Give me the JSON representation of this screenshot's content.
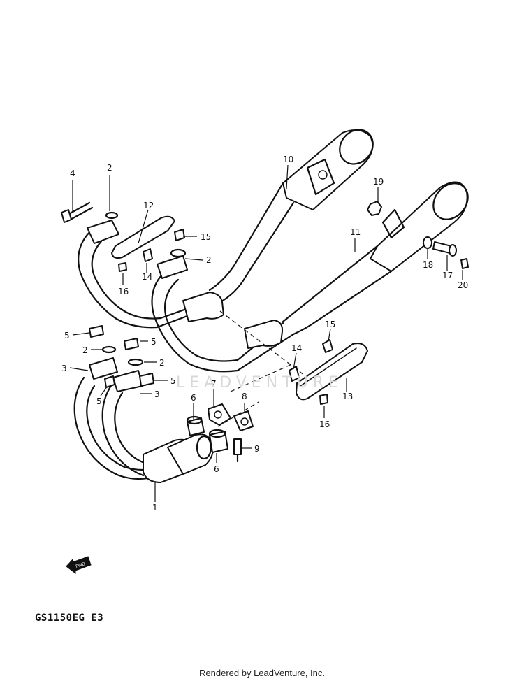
{
  "diagram": {
    "callouts": [
      {
        "id": "c4",
        "label": "4"
      },
      {
        "id": "c2a",
        "label": "2"
      },
      {
        "id": "c12",
        "label": "12"
      },
      {
        "id": "c15a",
        "label": "15"
      },
      {
        "id": "c2b",
        "label": "2"
      },
      {
        "id": "c14a",
        "label": "14"
      },
      {
        "id": "c16a",
        "label": "16"
      },
      {
        "id": "c10",
        "label": "10"
      },
      {
        "id": "c19",
        "label": "19"
      },
      {
        "id": "c11",
        "label": "11"
      },
      {
        "id": "c18",
        "label": "18"
      },
      {
        "id": "c17",
        "label": "17"
      },
      {
        "id": "c20",
        "label": "20"
      },
      {
        "id": "c5a",
        "label": "5"
      },
      {
        "id": "c5b",
        "label": "5"
      },
      {
        "id": "c2c",
        "label": "2"
      },
      {
        "id": "c2d",
        "label": "2"
      },
      {
        "id": "c3a",
        "label": "3"
      },
      {
        "id": "c5c",
        "label": "5"
      },
      {
        "id": "c5d",
        "label": "5"
      },
      {
        "id": "c3b",
        "label": "3"
      },
      {
        "id": "c15b",
        "label": "15"
      },
      {
        "id": "c14b",
        "label": "14"
      },
      {
        "id": "c7",
        "label": "7"
      },
      {
        "id": "c8",
        "label": "8"
      },
      {
        "id": "c6a",
        "label": "6"
      },
      {
        "id": "c13",
        "label": "13"
      },
      {
        "id": "c16b",
        "label": "16"
      },
      {
        "id": "c9",
        "label": "9"
      },
      {
        "id": "c6b",
        "label": "6"
      },
      {
        "id": "c1",
        "label": "1"
      }
    ],
    "fwd_label": "FWD",
    "model_code": "GS1150EG E3",
    "watermark": "LEADVENTURE",
    "footer": "Rendered by LeadVenture, Inc."
  }
}
